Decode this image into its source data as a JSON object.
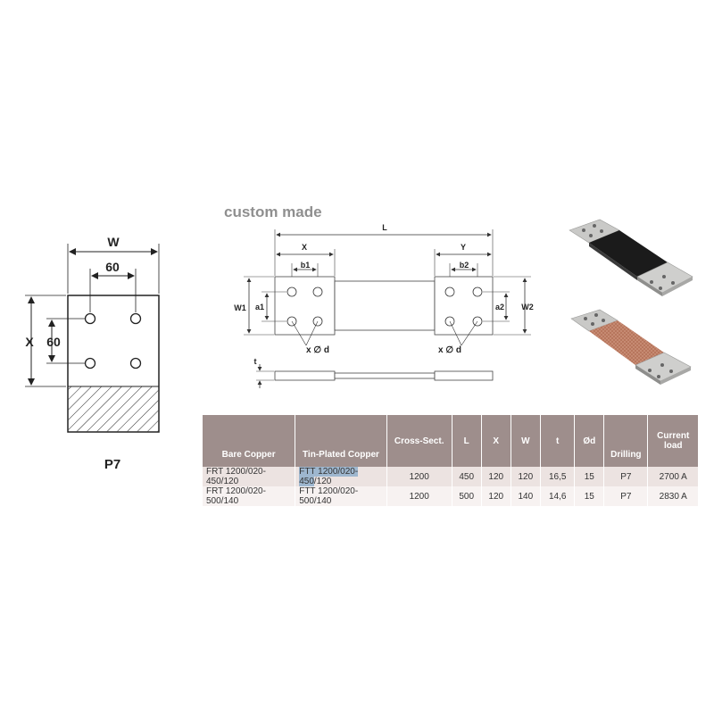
{
  "heading": "custom made",
  "p7": {
    "dims": {
      "w": "W",
      "x": "X",
      "spacing_h": "60",
      "spacing_v": "60"
    },
    "label": "P7"
  },
  "drawing": {
    "labels": {
      "L": "L",
      "X": "X",
      "Y": "Y",
      "b1": "b1",
      "b2": "b2",
      "W1": "W1",
      "W2": "W2",
      "a1": "a1",
      "a2": "a2",
      "hole_left": "x ∅ d",
      "hole_right": "x ∅ d",
      "t": "t"
    }
  },
  "photos": [
    {
      "name": "black-insulated-flexible-busbar-photo",
      "insulation_color": "#1b1b1b"
    },
    {
      "name": "bare-copper-flexible-busbar-photo",
      "insulation_color": "#b5735a"
    }
  ],
  "table": {
    "headers": [
      "Bare Copper",
      "Tin-Plated Copper",
      "Cross-Sect.",
      "L",
      "X",
      "W",
      "t",
      "Ød",
      "Drilling",
      "Current load"
    ],
    "rows": [
      {
        "bare": "FRT 1200/020-450/120",
        "tin_hl": "FTT 1200/020-450",
        "tin_rest": "/120",
        "cross": "1200",
        "L": "450",
        "X": "120",
        "W": "120",
        "t": "16,5",
        "d": "15",
        "drilling": "P7",
        "current": "2700 A"
      },
      {
        "bare": "FRT 1200/020-500/140",
        "tin_hl": "",
        "tin_rest": "FTT 1200/020-500/140",
        "cross": "1200",
        "L": "500",
        "X": "120",
        "W": "140",
        "t": "14,6",
        "d": "15",
        "drilling": "P7",
        "current": "2830 A"
      }
    ],
    "header_color": "#9e8e8c",
    "row_colors": [
      "#ece3e1",
      "#f7f2f1"
    ]
  }
}
